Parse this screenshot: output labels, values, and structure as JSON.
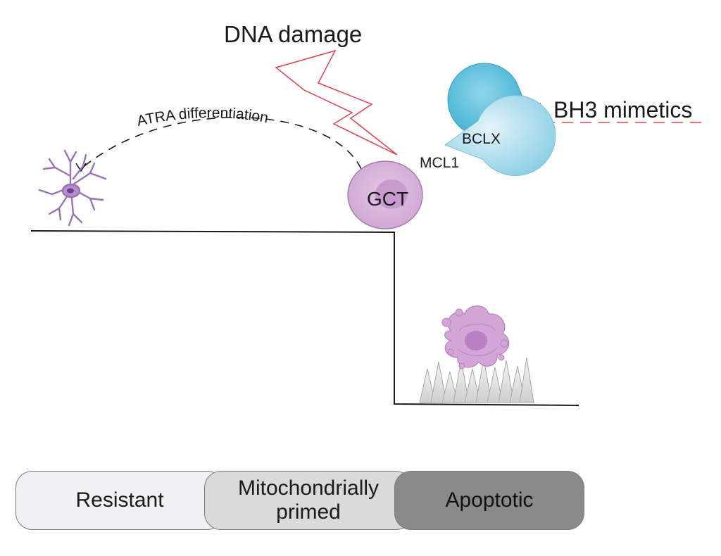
{
  "labels": {
    "dna_damage": "DNA damage",
    "bh3_mimetics": "BH3 mimetics",
    "atra": "ATRA differentiation",
    "gct": "GCT",
    "mcl1": "MCL1",
    "bclx": "BCLX"
  },
  "states": {
    "resistant": "Resistant",
    "primed": "Mitochondrially primed",
    "apoptotic": "Apoptotic"
  },
  "colors": {
    "cell_purple": "#d8b4dc",
    "nucleus_purple": "#c496c8",
    "protein_blue": "#5cc1dc",
    "protein_light_blue": "#a9dbeb",
    "lightning_outline": "#e0404c",
    "inhibitor_dash": "#e0404c",
    "resistant_box": "#f1f1f3",
    "primed_box": "#dadada",
    "apoptotic_box": "#8a8a8a"
  }
}
